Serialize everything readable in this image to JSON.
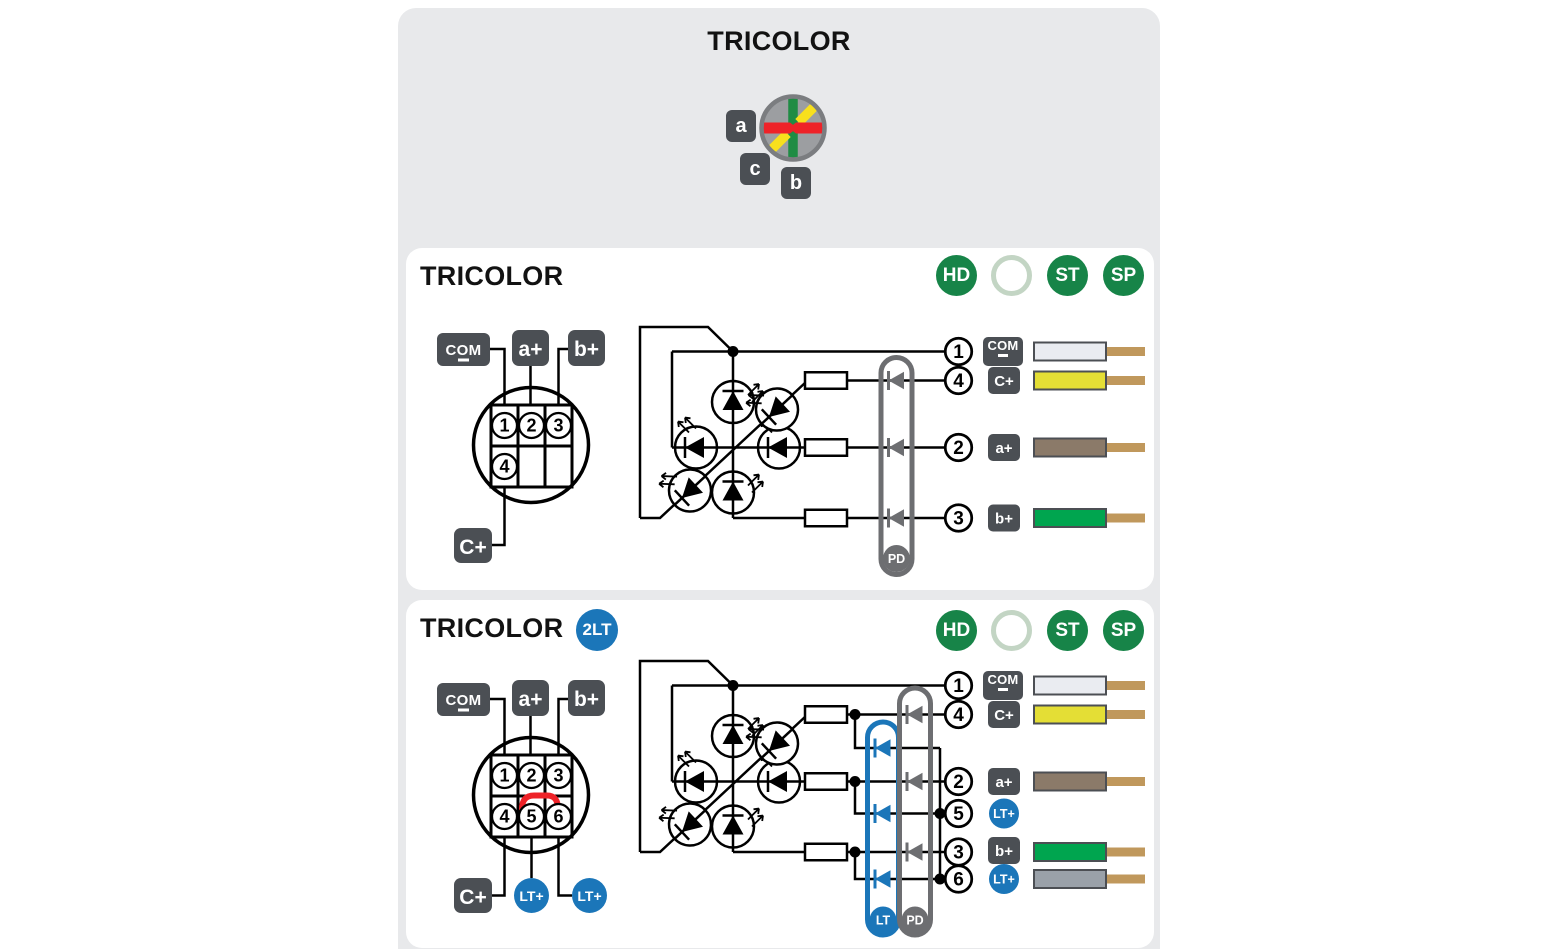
{
  "colors": {
    "band_bg": "#e8e9eb",
    "card_bg": "#ffffff",
    "label_box_dark": "#4b4f54",
    "badge_green": "#178448",
    "badge_ring": "#c3d5c4",
    "accent_blue": "#1b76b9",
    "accent_red": "#ee2228",
    "capsule_gray": "#6d6e71",
    "wire_white": "#eaecf1",
    "wire_yellow": "#e4de35",
    "wire_brown": "#8b7a69",
    "wire_green": "#00a54f",
    "wire_gray": "#9aa1a9",
    "wire_tip_tan": "#c0985c",
    "led_body_gray": "#9c9ea1",
    "led_green": "#1f8c44",
    "led_yellow": "#f8e01d",
    "led_red": "#ee2228"
  },
  "header": {
    "title": "TRICOLOR",
    "led_labels": {
      "a": "a",
      "c": "c",
      "b": "b"
    }
  },
  "panel1": {
    "title": "TRICOLOR",
    "badges": {
      "hd": "HD",
      "empty": "",
      "st": "ST",
      "sp": "SP"
    },
    "connector": {
      "com": "COM",
      "a": "a+",
      "b": "b+",
      "c": "C+",
      "pin1": "1",
      "pin2": "2",
      "pin3": "3",
      "pin4": "4"
    },
    "pd": "PD",
    "outputs": {
      "o1": {
        "num": "1",
        "label": "COM",
        "wire": "white"
      },
      "o4": {
        "num": "4",
        "label": "C+",
        "wire": "yellow"
      },
      "o2": {
        "num": "2",
        "label": "a+",
        "wire": "brown"
      },
      "o3": {
        "num": "3",
        "label": "b+",
        "wire": "green"
      }
    }
  },
  "panel2": {
    "title": "TRICOLOR",
    "variant_badge": "2LT",
    "badges": {
      "hd": "HD",
      "empty": "",
      "st": "ST",
      "sp": "SP"
    },
    "connector": {
      "com": "COM",
      "a": "a+",
      "b": "b+",
      "c": "C+",
      "lt5": "LT+",
      "lt6": "LT+",
      "pin1": "1",
      "pin2": "2",
      "pin3": "3",
      "pin4": "4",
      "pin5": "5",
      "pin6": "6"
    },
    "pd": "PD",
    "lt": "LT",
    "outputs": {
      "o1": {
        "num": "1",
        "label": "COM",
        "wire": "white"
      },
      "o4": {
        "num": "4",
        "label": "C+",
        "wire": "yellow"
      },
      "o2": {
        "num": "2",
        "label": "a+",
        "wire": "brown"
      },
      "o5": {
        "num": "5",
        "label": "LT+",
        "wire": "none"
      },
      "o3": {
        "num": "3",
        "label": "b+",
        "wire": "green"
      },
      "o6": {
        "num": "6",
        "label": "LT+",
        "wire": "gray"
      }
    }
  }
}
